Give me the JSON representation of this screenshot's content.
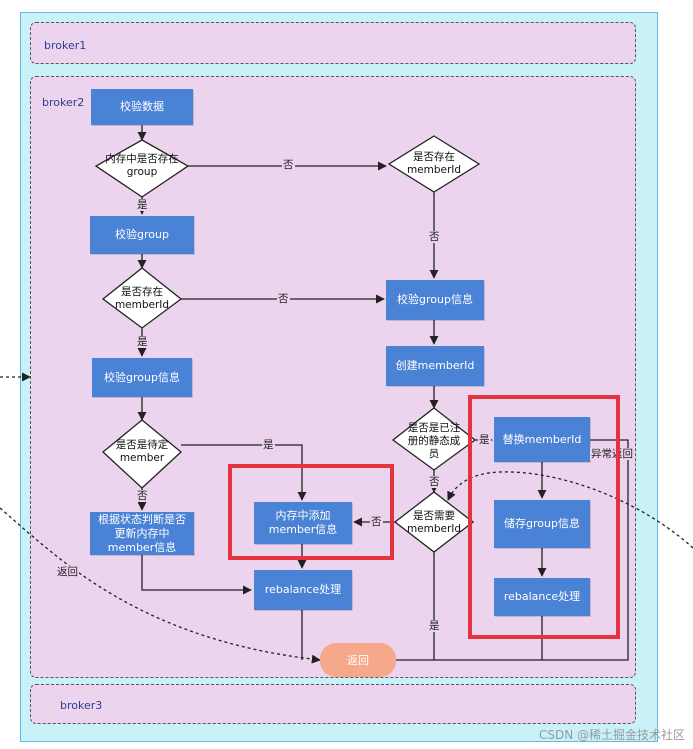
{
  "groups": {
    "broker1": "broker1",
    "broker2": "broker2",
    "broker3": "broker3"
  },
  "nodes": {
    "verify_data": "校验数据",
    "q_group_in_memory": "内存中是否存在group",
    "verify_group": "校验group",
    "q_member_exists_1": "是否存在memberId",
    "verify_group_info_1": "校验group信息",
    "q_pending_member": "是否是待定member",
    "update_by_state": "根据状态判断是否更新内存中member信息",
    "add_member": "内存中添加member信息",
    "rebalance_1": "rebalance处理",
    "q_member_exists_2": "是否存在memberId",
    "verify_group_info_2": "校验group信息",
    "create_member": "创建memberId",
    "q_static_member": "是否是已注册的静态成员",
    "q_need_member": "是否需要memberId",
    "replace_member": "替换memberId",
    "store_group_info": "储存group信息",
    "rebalance_2": "rebalance处理",
    "return": "返回"
  },
  "edge_labels": {
    "no_1": "否",
    "yes_1": "是",
    "no_2": "否",
    "yes_2": "是",
    "yes_3": "是",
    "no_3": "否",
    "no_4": "否",
    "no_5": "否",
    "yes_4": "是",
    "no_6": "否",
    "yes_5": "是",
    "exception_return": "异常返回",
    "return_left": "返回"
  },
  "colors": {
    "process_box": "#4a82d6",
    "terminal": "#f6a98a",
    "highlight": "#e5333d",
    "group_fill": "#ecd4ef",
    "outer_fill": "#c9f1f8"
  },
  "watermark": "CSDN @稀土掘金技术社区"
}
